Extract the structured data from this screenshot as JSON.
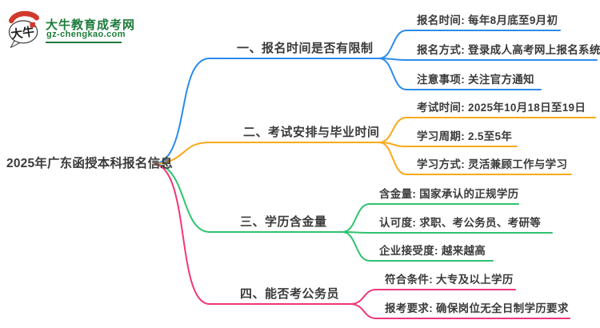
{
  "logo": {
    "site_name": "大牛教育成考网",
    "site_url": "gz-chengkao.com",
    "brand_color": "#1e7b3c",
    "icon": "dainiu-speech-bubble-logo",
    "icon_text": "大牛"
  },
  "root": {
    "label": "2025年广东函授本科报名信息",
    "text_color": "#3b3b3b"
  },
  "branches": [
    {
      "label": "一、报名时间是否有限制",
      "color": "#2b8ceb",
      "children": [
        "报名时间: 每年8月底至9月初",
        "报名方式: 登录成人高考网上报名系统",
        "注意事项: 关注官方通知"
      ]
    },
    {
      "label": "二、考试安排与毕业时间",
      "color": "#fba919",
      "children": [
        "考试时间: 2025年10月18日至19日",
        "学习周期: 2.5至5年",
        "学习方式: 灵活兼顾工作与学习"
      ]
    },
    {
      "label": "三、学历含金量",
      "color": "#2ec36f",
      "children": [
        "含金量: 国家承认的正规学历",
        "认可度: 求职、考公务员、考研等",
        "企业接受度: 越来越高"
      ]
    },
    {
      "label": "四、能否考公务员",
      "color": "#f1367a",
      "children": [
        "符合条件: 大专及以上学历",
        "报考要求: 确保岗位无全日制学历要求"
      ]
    }
  ]
}
